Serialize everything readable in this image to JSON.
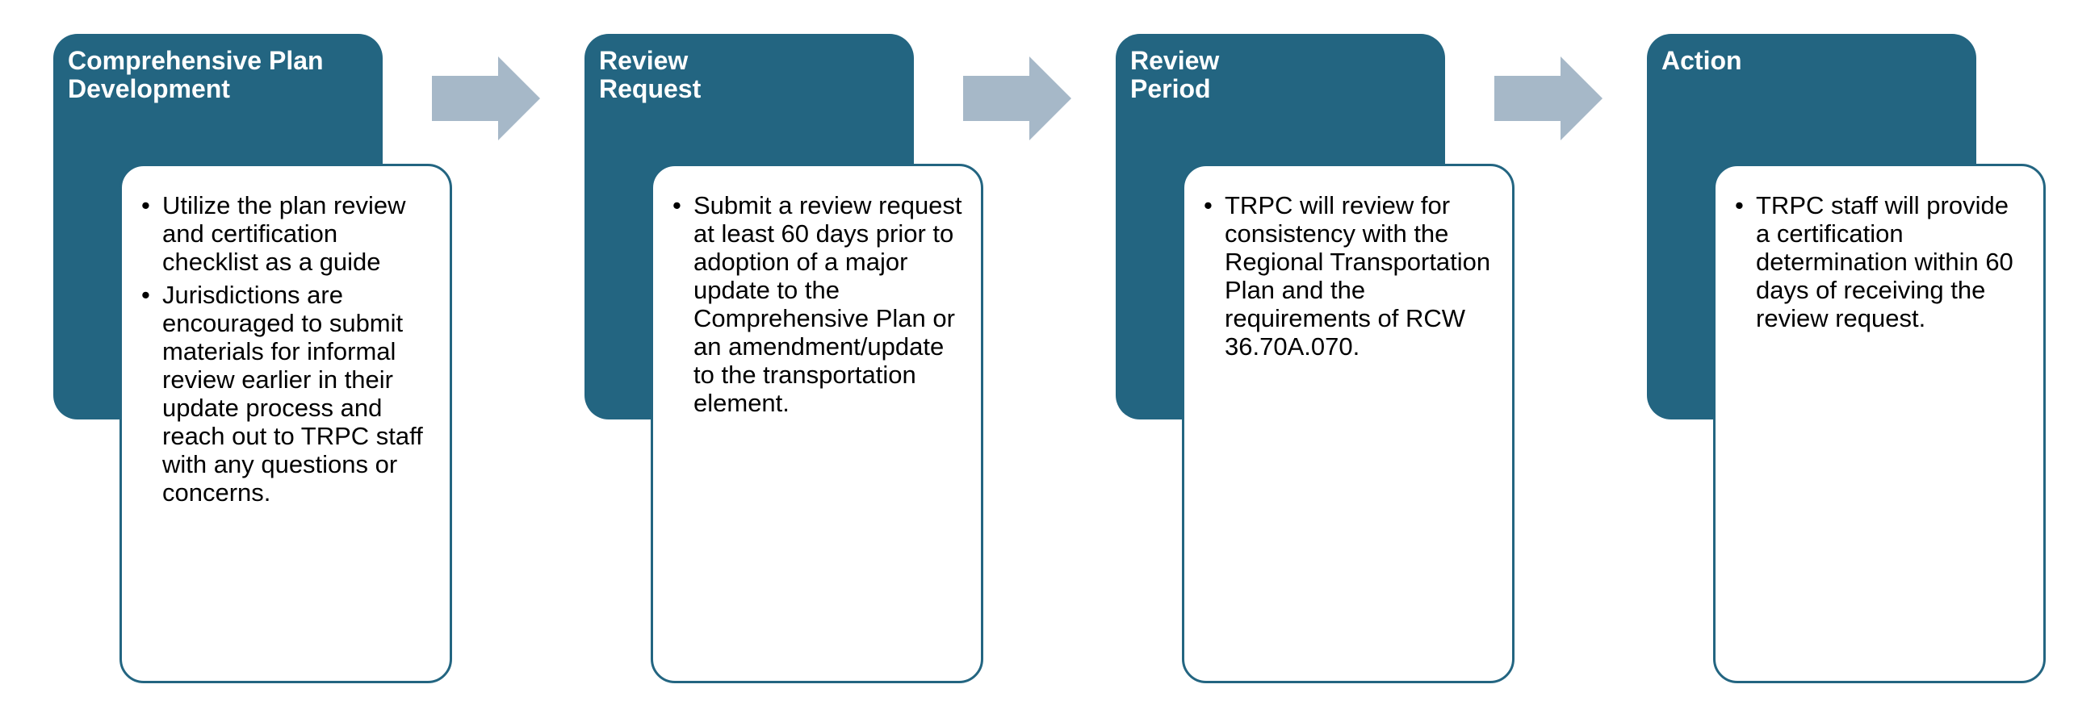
{
  "colors": {
    "header": "#236581",
    "border": "#236581",
    "arrow": "#a6b8c8",
    "text": "#000000"
  },
  "steps": [
    {
      "title": "Comprehensive Plan Development",
      "bullets": [
        "Utilize the plan review and certification checklist as a guide",
        "Jurisdictions are encouraged to submit materials for informal review earlier in their update process and reach out to TRPC staff with any questions or concerns."
      ]
    },
    {
      "title": "Review Request",
      "bullets": [
        "Submit a review request at least 60 days prior to adoption of a major update to the Comprehensive Plan or an amendment/update to the transportation element."
      ]
    },
    {
      "title": "Review Period",
      "bullets": [
        "TRPC will review for consistency with the Regional Transportation Plan and the requirements of RCW 36.70A.070."
      ]
    },
    {
      "title": "Action",
      "bullets": [
        "TRPC staff will provide a certification determination within 60 days of receiving the review request."
      ]
    }
  ]
}
